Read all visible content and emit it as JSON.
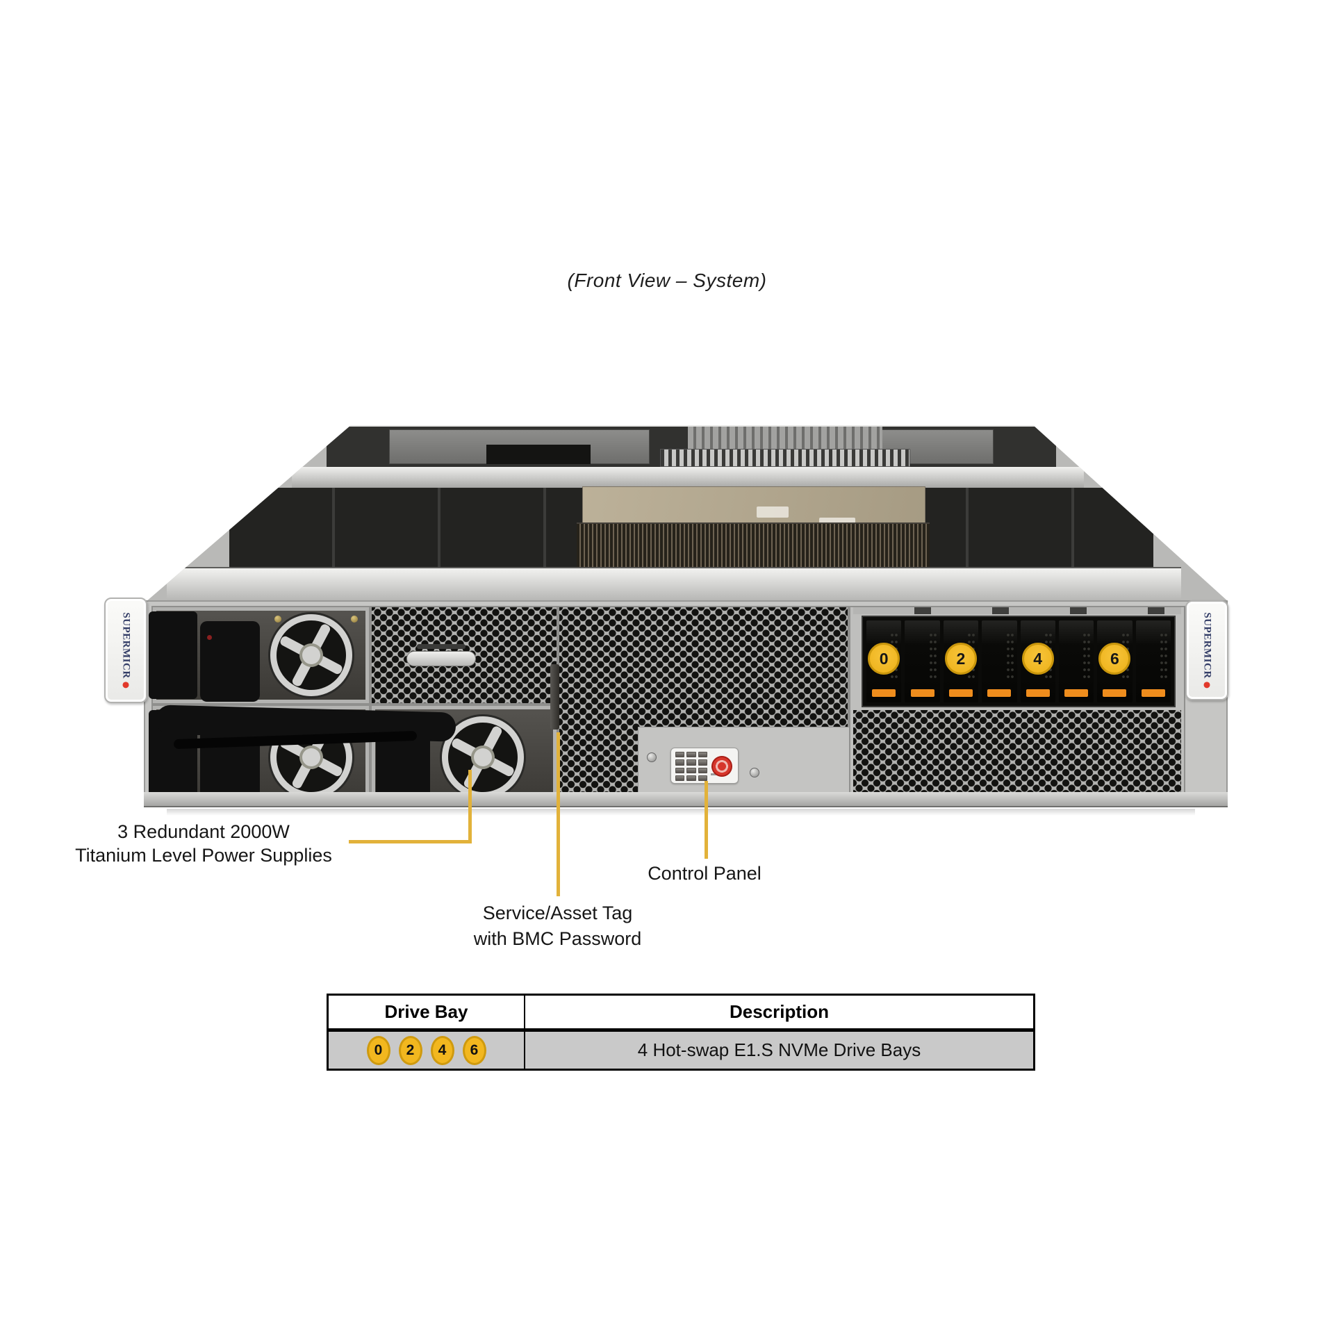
{
  "title": "(Front View – System)",
  "brand": {
    "ear_label": "SUPERMICR"
  },
  "callouts": {
    "psu": {
      "line1": "3 Redundant 2000W",
      "line2": "Titanium Level Power Supplies"
    },
    "control_panel": {
      "label": "Control Panel"
    },
    "service_tag": {
      "line1": "Service/Asset Tag",
      "line2": "with BMC Password"
    }
  },
  "drives": {
    "slot_count": 8,
    "labeled_slots": [
      0,
      2,
      4,
      6
    ],
    "bay_numbers": [
      "0",
      "2",
      "4",
      "6"
    ]
  },
  "table": {
    "headers": [
      "Drive Bay",
      "Description"
    ],
    "row": {
      "bays": [
        "0",
        "2",
        "4",
        "6"
      ],
      "description": "4 Hot-swap E1.S NVMe Drive Bays"
    }
  },
  "colors": {
    "callout_yellow": "#e2b23a",
    "badge_fill": "#f2b71f",
    "badge_ring": "#cf9a0e",
    "latch_orange": "#ef8d1d",
    "power_button_red": "#d6362c",
    "brand_dot_red": "#e2392b",
    "brand_navy": "#323c66",
    "table_row_bg": "#c9c9c9"
  }
}
